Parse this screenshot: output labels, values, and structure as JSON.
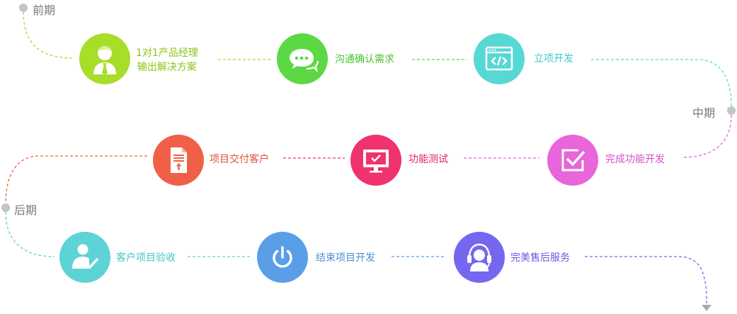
{
  "phases": {
    "early": "前期",
    "middle": "中期",
    "late": "后期"
  },
  "steps": {
    "pm": {
      "line1": "1对1产品经理",
      "line2": "输出解决方案",
      "color": "#a8dd2a",
      "icon": "manager-icon"
    },
    "communicate": {
      "label": "沟通确认需求",
      "color": "#5dd845",
      "icon": "chat-bubble-icon"
    },
    "project_setup": {
      "label": "立项开发",
      "color": "#56d8d5",
      "icon": "code-window-icon"
    },
    "complete_dev": {
      "label": "完成功能开发",
      "color": "#e866d9",
      "icon": "checkbox-icon"
    },
    "testing": {
      "label": "功能测试",
      "color": "#f0326e",
      "icon": "monitor-check-icon"
    },
    "delivery": {
      "label": "项目交付客户",
      "color": "#f06048",
      "icon": "document-icon"
    },
    "acceptance": {
      "label": "客户项目验收",
      "color": "#5dd3d5",
      "icon": "user-check-icon"
    },
    "finish": {
      "label": "结束项目开发",
      "color": "#5b9ee8",
      "icon": "power-icon"
    },
    "aftersales": {
      "label": "完美售后服务",
      "color": "#7766f0",
      "icon": "headset-icon"
    }
  }
}
